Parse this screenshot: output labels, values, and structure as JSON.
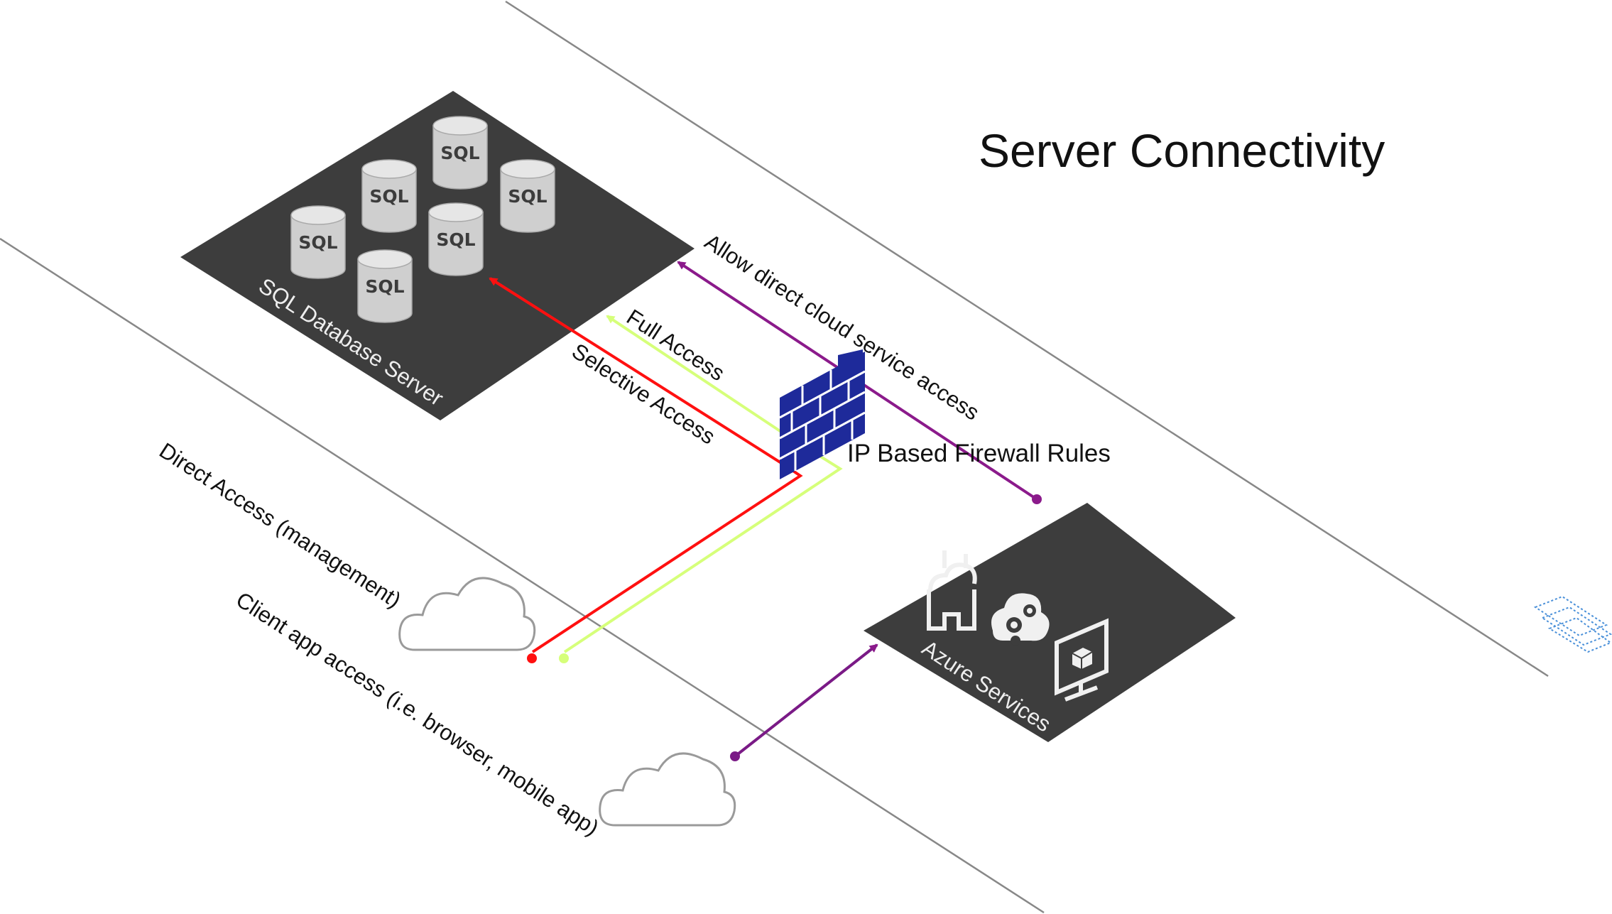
{
  "title": "Server Connectivity",
  "sql_server": {
    "label": "SQL Database Server",
    "db_label": "SQL"
  },
  "azure": {
    "label": "Azure Services"
  },
  "firewall": {
    "label": "IP Based Firewall Rules"
  },
  "connections": {
    "cloud_service": "Allow direct cloud service access",
    "full_access": "Full Access",
    "selective_access": "Selective Access"
  },
  "zones": {
    "direct_access": "Direct Access (management)",
    "client_access": "Client app access (i.e. browser, mobile app)"
  },
  "colors": {
    "platform": "#3d3d3d",
    "selective": "#ff1010",
    "full": "#d6ff7a",
    "cloud_link": "#8b1a8b",
    "client_link": "#7a1a86",
    "firewall": "#1e2a9a",
    "zone_line": "#888888"
  },
  "icons": [
    "sql-database-icon",
    "firewall-icon",
    "cloud-icon",
    "cloud-app-icon",
    "gears-cloud-icon",
    "monitor-box-icon"
  ]
}
